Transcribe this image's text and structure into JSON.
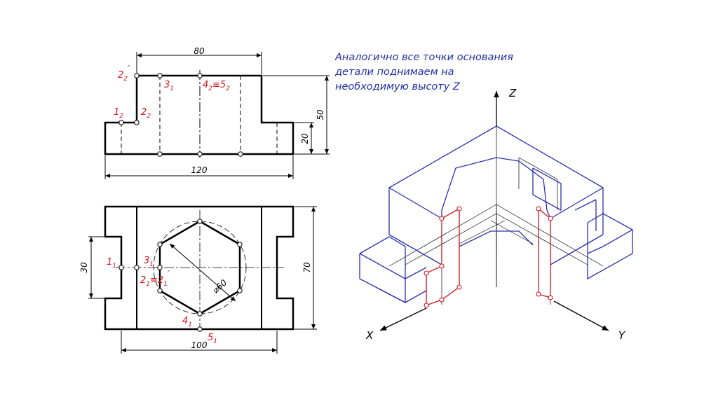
{
  "colors": {
    "outline": "#000000",
    "iso": "#2a2fb0",
    "points": "#d0141e",
    "note": "#1f2ea8"
  },
  "note": {
    "lines": [
      "Аналогично все точки основания",
      "детали поднимаем на",
      "необходимую высоту Z"
    ]
  },
  "front_view": {
    "dims": {
      "width_top": "80",
      "width_total": "120",
      "height_total": "50",
      "height_base": "20"
    },
    "points": {
      "p2_2_prime": {
        "main": "2",
        "sub": "2",
        "mark": "′"
      },
      "p3_1": {
        "main": "3",
        "sub": "1"
      },
      "p4_2_5_2": {
        "a_main": "4",
        "a_sub": "2",
        "eq": "≡",
        "b_main": "5",
        "b_sub": "2"
      },
      "p1_2": {
        "main": "1",
        "sub": "2"
      },
      "p2_2": {
        "main": "2",
        "sub": "2"
      }
    }
  },
  "top_view": {
    "dims": {
      "width": "100",
      "depth": "70",
      "slot": "30",
      "diameter": "⌀60"
    },
    "points": {
      "p1_1": {
        "main": "1",
        "sub": "1"
      },
      "p3_1": {
        "main": "3",
        "sub": "1"
      },
      "p2_1": {
        "main": "2",
        "sub": "1",
        "eq": "≡",
        "b_main": "2",
        "b_sub": "1",
        "mark": "′"
      },
      "p4_1": {
        "main": "4",
        "sub": "1"
      },
      "p5_1": {
        "main": "5",
        "sub": "1"
      }
    }
  },
  "axes": {
    "z": "Z",
    "x": "X",
    "y": "Y"
  }
}
